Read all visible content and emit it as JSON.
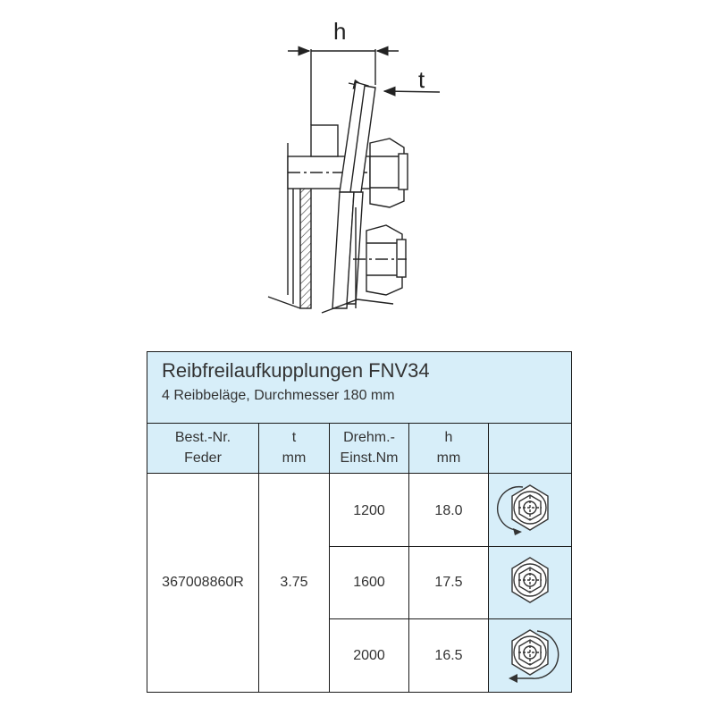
{
  "drawing": {
    "dim_h": "h",
    "dim_t": "t"
  },
  "table": {
    "title": "Reibfreilaufkupplungen FNV34",
    "subtitle": "4 Reibbeläge, Durchmesser 180 mm",
    "headers": [
      {
        "line1": "Best.-Nr.",
        "line2": "Feder"
      },
      {
        "line1": "t",
        "line2": "mm"
      },
      {
        "line1": "Drehm.-",
        "line2": "Einst.Nm"
      },
      {
        "line1": "h",
        "line2": "mm"
      }
    ],
    "order_no": "367008860R",
    "t_value": "3.75",
    "rows": [
      {
        "torque": "1200",
        "h": "18.0",
        "icon": "nut-tighten-counterclockwise-icon"
      },
      {
        "torque": "1600",
        "h": "17.5",
        "icon": "nut-neutral-icon"
      },
      {
        "torque": "2000",
        "h": "16.5",
        "icon": "nut-tighten-clockwise-icon"
      }
    ]
  },
  "colors": {
    "table_bg": "#d7eef9",
    "border": "#1a1a1a",
    "body_cells": "#ffffff"
  }
}
